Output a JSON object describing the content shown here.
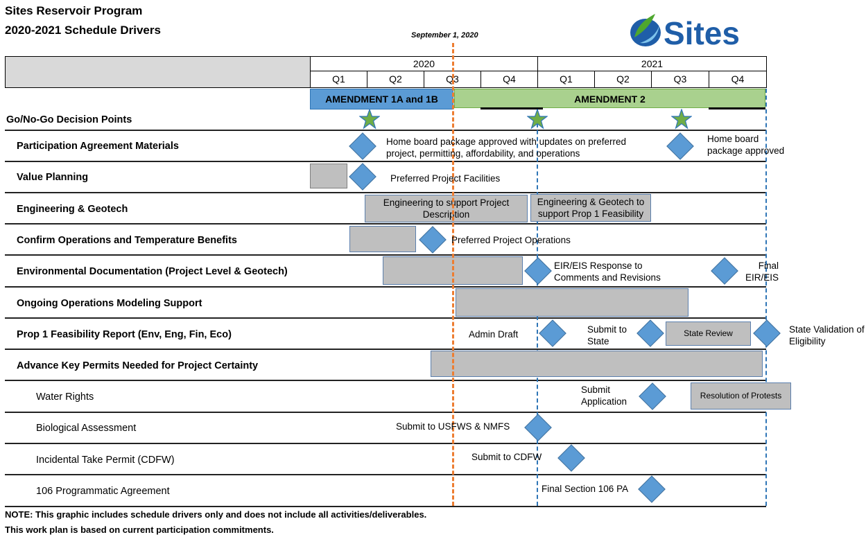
{
  "title": {
    "line1": "Sites Reservoir Program",
    "line2": "2020-2021 Schedule Drivers"
  },
  "logo": {
    "text": "Sites",
    "color": "#2e75b6",
    "leaf_color": "#4ea72e"
  },
  "milestone_marker": {
    "label": "September 1, 2020",
    "color": "#ed7d31"
  },
  "timeline": {
    "years": [
      "2020",
      "2021"
    ],
    "quarters": [
      "Q1",
      "Q2",
      "Q3",
      "Q4",
      "Q1",
      "Q2",
      "Q3",
      "Q4"
    ]
  },
  "amendments": [
    {
      "label": "AMENDMENT 1A and 1B",
      "color": "#5b9bd5"
    },
    {
      "label": "AMENDMENT 2",
      "color": "#a9d18e"
    }
  ],
  "rows": [
    {
      "label": "Go/No-Go Decision Points",
      "bold": true
    },
    {
      "label": "Participation Agreement Materials",
      "bold": true
    },
    {
      "label": "Value Planning",
      "bold": true
    },
    {
      "label": "Engineering & Geotech",
      "bold": true
    },
    {
      "label": "Confirm Operations and Temperature Benefits",
      "bold": true
    },
    {
      "label": "Environmental Documentation (Project Level & Geotech)",
      "bold": true
    },
    {
      "label": "Ongoing Operations Modeling Support",
      "bold": true
    },
    {
      "label": "Prop 1 Feasibility Report (Env, Eng, Fin, Eco)",
      "bold": true
    },
    {
      "label": "Advance Key Permits Needed for Project Certainty",
      "bold": true
    },
    {
      "label": "Water Rights",
      "bold": false
    },
    {
      "label": "Biological Assessment",
      "bold": false
    },
    {
      "label": "Incidental Take Permit (CDFW)",
      "bold": false
    },
    {
      "label": "106 Programmatic Agreement",
      "bold": false
    }
  ],
  "bar_labels": {
    "engineering_support": "Engineering to support Project Description",
    "engineering_prop1": "Engineering & Geotech to support Prop 1 Feasibility",
    "state_review": "State Review",
    "resolution_protests": "Resolution of Protests"
  },
  "annotations": {
    "home_board_1": "Home board package approved with updates on preferred project, permitting, affordability, and operations",
    "home_board_2": "Home board package approved",
    "preferred_facilities": "Preferred Project Facilities",
    "preferred_operations": "Preferred Project Operations",
    "eir_response": "EIR/EIS Response to Comments and Revisions",
    "final_eir": "Final EIR/EIS",
    "admin_draft": "Admin Draft",
    "submit_state": "Submit to State",
    "state_validation": "State Validation of Eligibility",
    "submit_application": "Submit Application",
    "submit_usfws": "Submit to USFWS & NMFS",
    "submit_cdfw": "Submit to CDFW",
    "final_106": "Final Section 106 PA"
  },
  "footer": {
    "note1": "NOTE: This graphic includes schedule drivers only and does not include all activities/deliverables.",
    "note2": "This work plan is based on current participation commitments."
  }
}
